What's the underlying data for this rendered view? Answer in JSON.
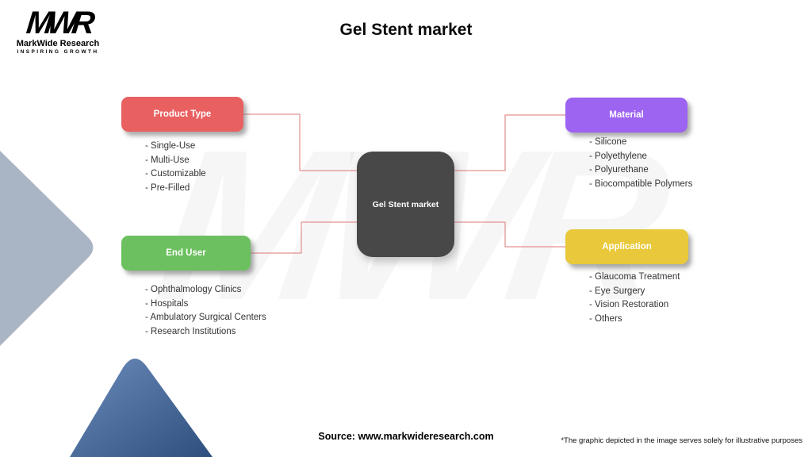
{
  "title": "Gel Stent market",
  "logo": {
    "acronym": "MWR",
    "name": "MarkWide Research",
    "tagline": "Inspiring Growth"
  },
  "watermark": {
    "text": "MWR"
  },
  "center": {
    "label": "Gel Stent market",
    "color": "#484848"
  },
  "connector_color": "#e39090",
  "nodes": [
    {
      "id": "product-type",
      "label": "Product Type",
      "color": "#e96060",
      "items": [
        "- Single-Use",
        "- Multi-Use",
        "- Customizable",
        "- Pre-Filled"
      ]
    },
    {
      "id": "material",
      "label": "Material",
      "color": "#9d63f1",
      "items": [
        "- Silicone",
        "- Polyethylene",
        "- Polyurethane",
        "- Biocompatible Polymers"
      ]
    },
    {
      "id": "end-user",
      "label": "End User",
      "color": "#6cc05f",
      "items": [
        "- Ophthalmology Clinics",
        "- Hospitals",
        "- Ambulatory Surgical Centers",
        "- Research Institutions"
      ]
    },
    {
      "id": "application",
      "label": "Application",
      "color": "#e9c93b",
      "items": [
        "- Glaucoma Treatment",
        "- Eye Surgery",
        "- Vision Restoration",
        "- Others"
      ]
    }
  ],
  "footer": {
    "source_label": "Source:",
    "source_url": "www.markwideresearch.com",
    "disclaimer": "*The graphic depicted in the image serves solely for illustrative purposes"
  }
}
